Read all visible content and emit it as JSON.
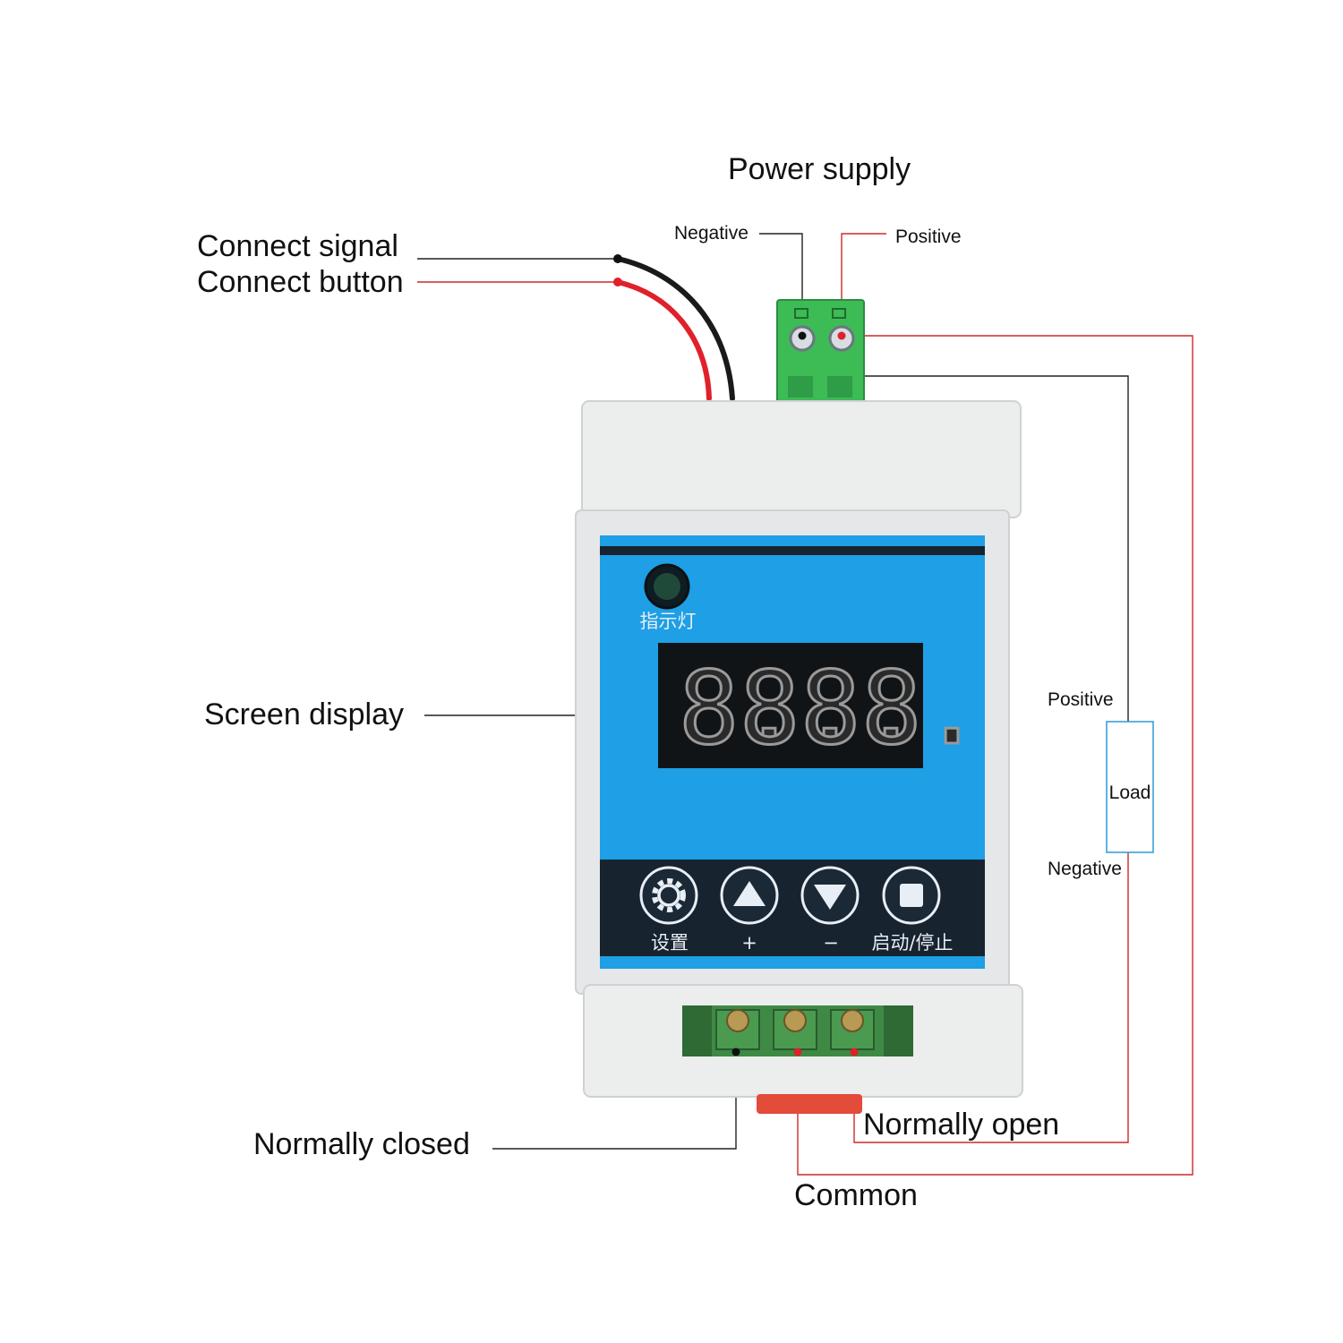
{
  "labels": {
    "power_supply": "Power supply",
    "negative_top": "Negative",
    "positive_top": "Positive",
    "connect_signal": "Connect signal",
    "connect_button": "Connect button",
    "screen_display": "Screen display",
    "load_positive": "Positive",
    "load": "Load",
    "load_negative": "Negative",
    "normally_closed": "Normally closed",
    "normally_open": "Normally open",
    "common": "Common"
  },
  "device": {
    "indicator_label": "指示灯",
    "display_digits": [
      "8.",
      "8.",
      "8.",
      "8."
    ],
    "buttons": [
      {
        "icon": "gear-icon",
        "label": "设置"
      },
      {
        "icon": "triangle-up-icon",
        "label": "+"
      },
      {
        "icon": "triangle-down-icon",
        "label": "−"
      },
      {
        "icon": "square-stop-icon",
        "label": "启动/停止"
      }
    ]
  },
  "colors": {
    "panel_blue": "#1e9fe6",
    "panel_dark": "#17232f",
    "housing": "#e9eaeb",
    "terminal_green": "#3dbb55",
    "wire_red": "#e0202a",
    "wire_black": "#1a1a1a",
    "leader_red": "#cc2a2a",
    "leader_black": "#222222"
  }
}
